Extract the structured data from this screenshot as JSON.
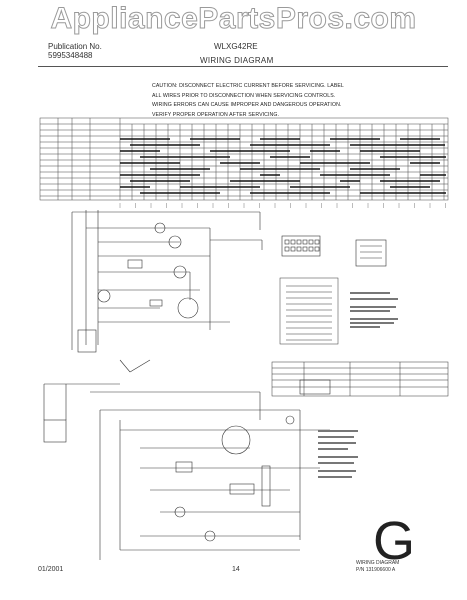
{
  "watermark": "AppliancePartsPros.com",
  "header": {
    "publication_label": "Publication No.",
    "publication_number": "5995348488",
    "model": "WLXG42RE",
    "title": "WIRING DIAGRAM"
  },
  "caution": [
    "CAUTION: DISCONNECT ELECTRIC CURRENT BEFORE SERVICING. LABEL",
    "ALL WIRES PRIOR TO DISCONNECTION WHEN SERVICING CONTROLS.",
    "WIRING ERRORS CAN CAUSE IMPROPER AND DANGEROUS OPERATION.",
    "VERIFY PROPER OPERATION AFTER SERVICING."
  ],
  "diagram_letter": "G",
  "diagram_label": "WIRING DIAGRAM",
  "part_number": "P/N 131906600 A",
  "footer": {
    "date": "01/2001",
    "page": "14"
  }
}
